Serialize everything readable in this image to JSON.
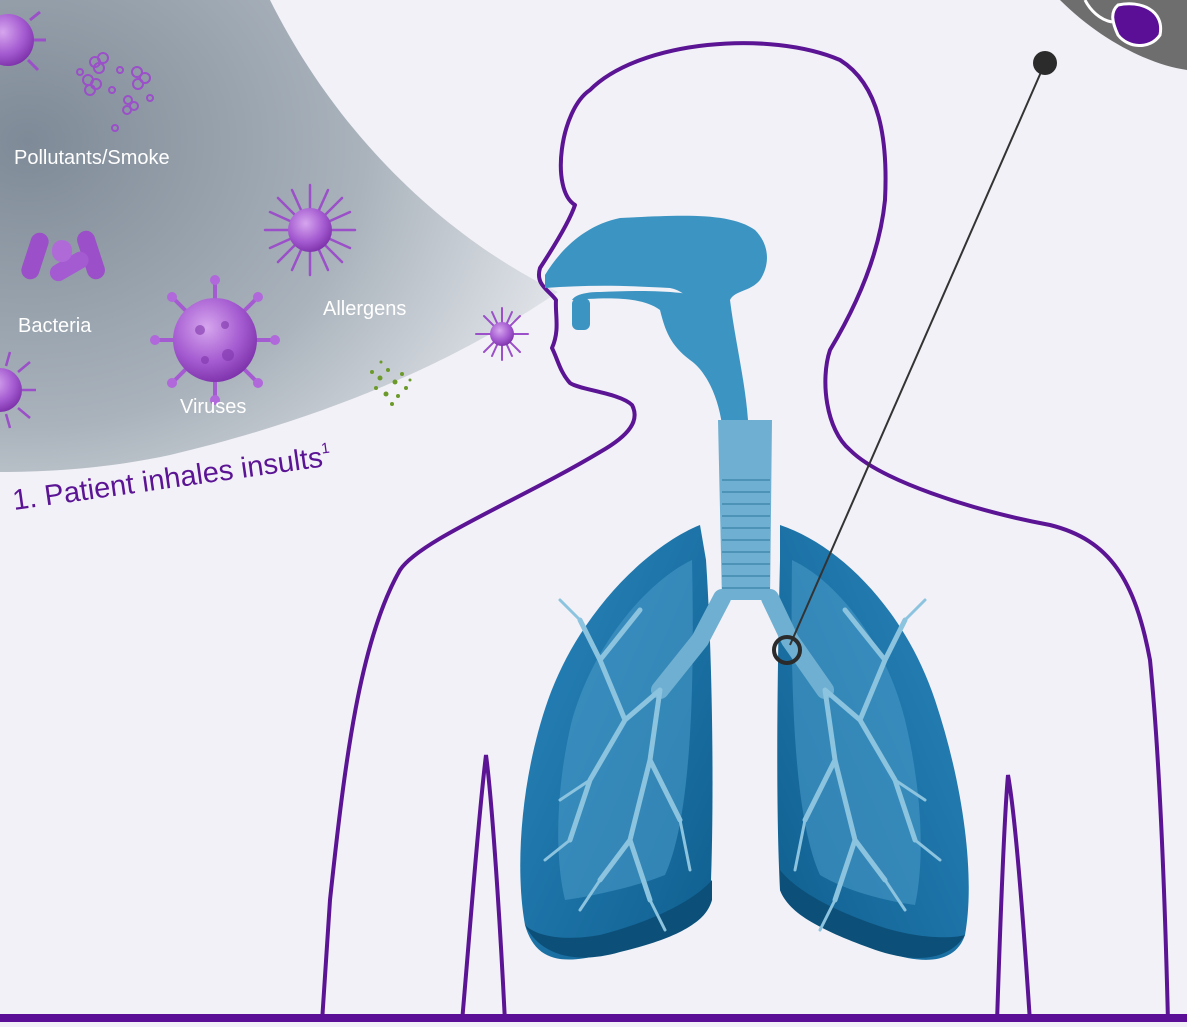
{
  "labels": {
    "pollutants": "Pollutants/Smoke",
    "bacteria": "Bacteria",
    "allergens": "Allergens",
    "viruses": "Viruses",
    "step_1_text": "1. Patient inhales insults",
    "step_1_footnote": "1"
  },
  "colors": {
    "background": "#f2f1f7",
    "outline_purple": "#5b1494",
    "pathogen_purple": "#9b4fc8",
    "airway_blue": "#3d95c0",
    "trachea_blue": "#6fb0d2",
    "lung_blue": "#1f77ad",
    "lung_dark": "#0f5a84",
    "bronchi_light": "#8cc3de",
    "cone_gray": "#a9b2bb",
    "callout_gray": "#6b6b6b",
    "footer_bar": "#5b0f96"
  },
  "icons": {
    "pollutant": "particle-cluster-icon",
    "bacteria": "bacteria-icon",
    "virus": "virus-icon",
    "allergen": "spiky-allergen-icon",
    "pollen": "green-particles-icon"
  }
}
